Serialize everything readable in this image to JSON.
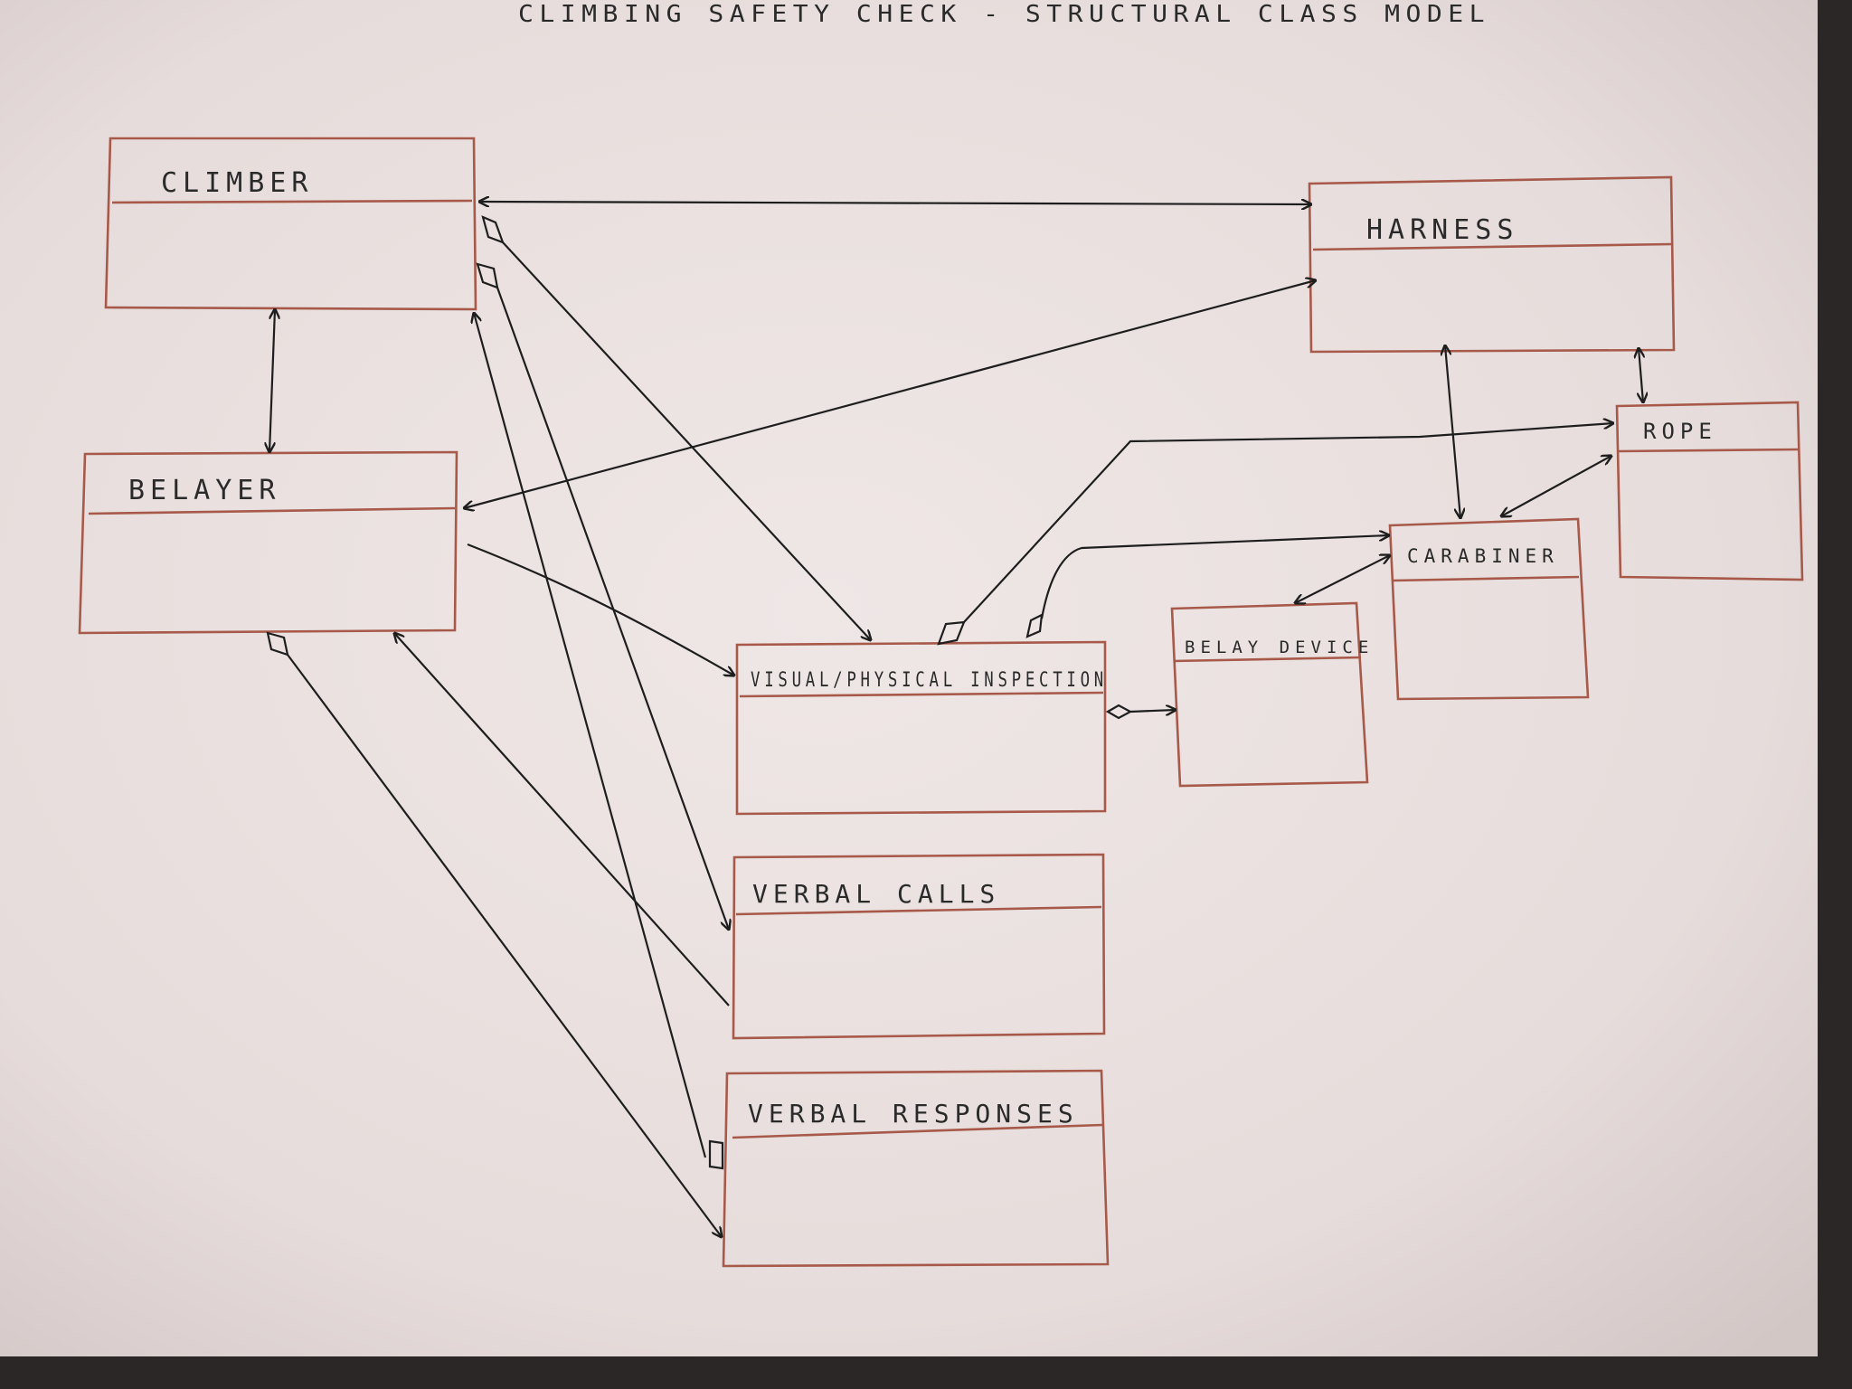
{
  "diagram": {
    "title": "CLIMBING SAFETY CHECK - STRUCTURAL CLASS MODEL",
    "classes": [
      {
        "id": "climber",
        "name": "CLIMBER"
      },
      {
        "id": "belayer",
        "name": "BELAYER"
      },
      {
        "id": "harness",
        "name": "HARNESS"
      },
      {
        "id": "rope",
        "name": "ROPE"
      },
      {
        "id": "carabiner",
        "name": "CARABINER"
      },
      {
        "id": "belay_device",
        "name": "BELAY DEVICE"
      },
      {
        "id": "inspection",
        "name": "VISUAL/PHYSICAL INSPECTION"
      },
      {
        "id": "verbal_calls",
        "name": "VERBAL CALLS"
      },
      {
        "id": "verbal_responses",
        "name": "VERBAL RESPONSES"
      }
    ],
    "colors": {
      "paper": "#e9e0df",
      "box_stroke": "#a7594a",
      "line": "#1e1e1e",
      "background": "#3a3534"
    }
  }
}
